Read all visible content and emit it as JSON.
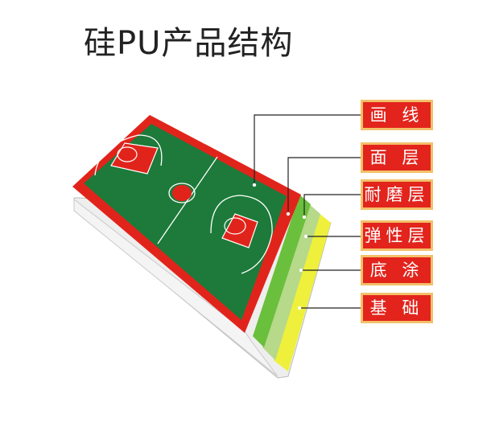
{
  "title": "硅PU产品结构",
  "layers": [
    {
      "label": "画   线"
    },
    {
      "label": "面  层"
    },
    {
      "label": "耐磨层"
    },
    {
      "label": "弹性层"
    },
    {
      "label": "底  涂"
    },
    {
      "label": "基  础"
    }
  ],
  "colors": {
    "surface_red": "#e1241b",
    "court_green": "#1d7a3a",
    "wear_green": "#6abf3c",
    "elastic_green": "#b6d98a",
    "primer_yellow": "#eef03c",
    "base_white": "#f2f2f2",
    "label_fill": "#e2241c",
    "label_border": "#f3c06a"
  }
}
